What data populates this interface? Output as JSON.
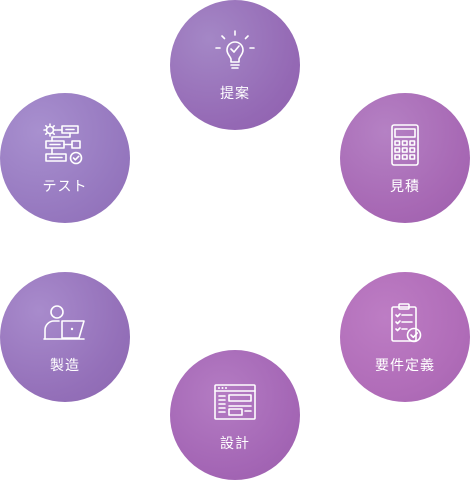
{
  "nodes": {
    "proposal": {
      "label": "提案",
      "icon": "lightbulb-icon"
    },
    "estimate": {
      "label": "見積",
      "icon": "calculator-icon"
    },
    "requirements": {
      "label": "要件定義",
      "icon": "clipboard-check-icon"
    },
    "design": {
      "label": "設計",
      "icon": "browser-layout-icon"
    },
    "manufacturing": {
      "label": "製造",
      "icon": "developer-laptop-icon"
    },
    "test": {
      "label": "テスト",
      "icon": "flowchart-gear-icon"
    }
  },
  "colors": {
    "proposal": "#9468b4",
    "estimate": "#a768b4",
    "requirements": "#b06cb8",
    "design": "#a466b5",
    "manufacturing": "#9470b9",
    "test": "#9678bf"
  }
}
